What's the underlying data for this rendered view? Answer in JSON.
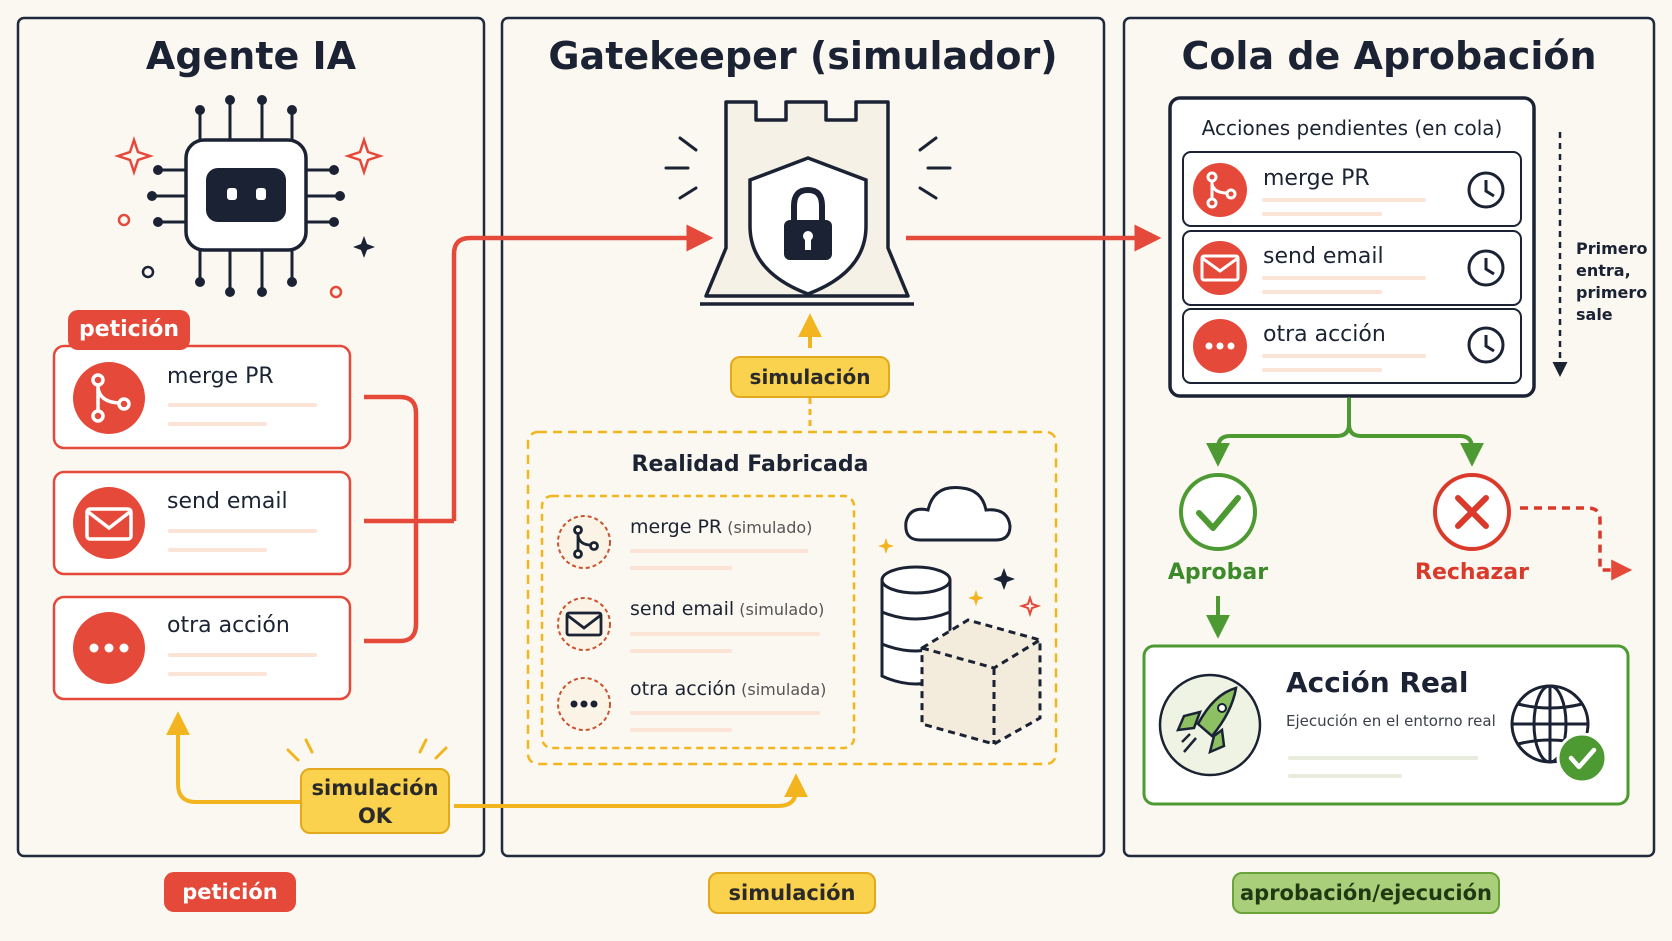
{
  "columns": {
    "agent": {
      "title": "Agente IA"
    },
    "gatekeeper": {
      "title": "Gatekeeper (simulador)"
    },
    "queue": {
      "title": "Cola de Aprobación"
    }
  },
  "agent": {
    "request_tag": "petición",
    "actions": [
      {
        "label": "merge PR",
        "icon": "git-merge-icon"
      },
      {
        "label": "send email",
        "icon": "envelope-icon"
      },
      {
        "label": "otra acción",
        "icon": "more-icon"
      }
    ]
  },
  "gatekeeper": {
    "simulation_tag": "simulación",
    "fabricated_title": "Realidad Fabricada",
    "simulated": [
      {
        "label": "merge PR",
        "note": "(simulado)"
      },
      {
        "label": "send email",
        "note": "(simulado)"
      },
      {
        "label": "otra acción",
        "note": "(simulada)"
      }
    ],
    "sim_ok_line1": "simulación",
    "sim_ok_line2": "OK"
  },
  "queue": {
    "pending_title": "Acciones pendientes (en cola)",
    "items": [
      {
        "label": "merge PR"
      },
      {
        "label": "send email"
      },
      {
        "label": "otra acción"
      }
    ],
    "fifo": [
      "Primero",
      "entra,",
      "primero",
      "sale"
    ],
    "approve": "Aprobar",
    "reject": "Rechazar",
    "real_title": "Acción Real",
    "real_sub": "Ejecución en el entorno real"
  },
  "footer": {
    "stage1": "petición",
    "stage2": "simulación",
    "stage3": "aprobación/ejecución"
  },
  "colors": {
    "red": "#e5493a",
    "yellow": "#f2b51f",
    "green": "#4d9a32",
    "navy": "#1a2233"
  }
}
